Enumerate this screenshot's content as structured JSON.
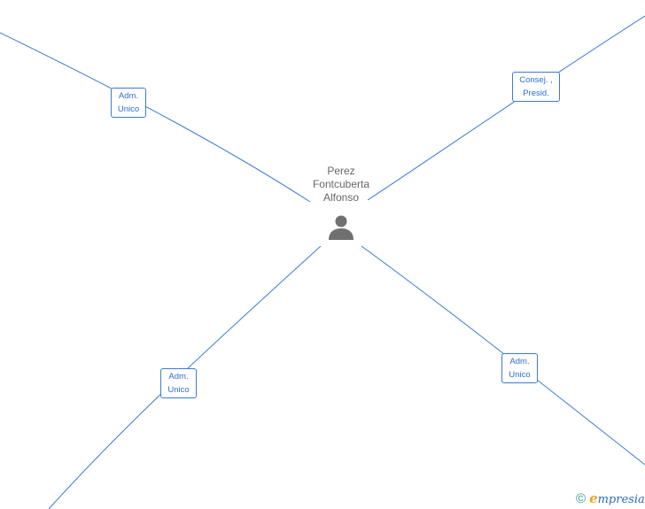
{
  "person": {
    "name_lines": [
      "Perez",
      "Fontcuberta",
      "Alfonso"
    ],
    "icon": "person-icon"
  },
  "roles": [
    {
      "id": "top-left",
      "lines": [
        "Adm.",
        "Unico"
      ]
    },
    {
      "id": "top-right",
      "lines": [
        "Consej. ,",
        "Presid."
      ]
    },
    {
      "id": "bottom-left",
      "lines": [
        "Adm.",
        "Unico"
      ]
    },
    {
      "id": "bottom-right",
      "lines": [
        "Adm.",
        "Unico"
      ]
    }
  ],
  "brand": {
    "copyright": "©",
    "initial": "e",
    "rest": "mpresia"
  },
  "colors": {
    "edge": "#3a7bd5",
    "label_text": "#2f6fc9",
    "person_text": "#666666",
    "person_icon": "#707070"
  }
}
